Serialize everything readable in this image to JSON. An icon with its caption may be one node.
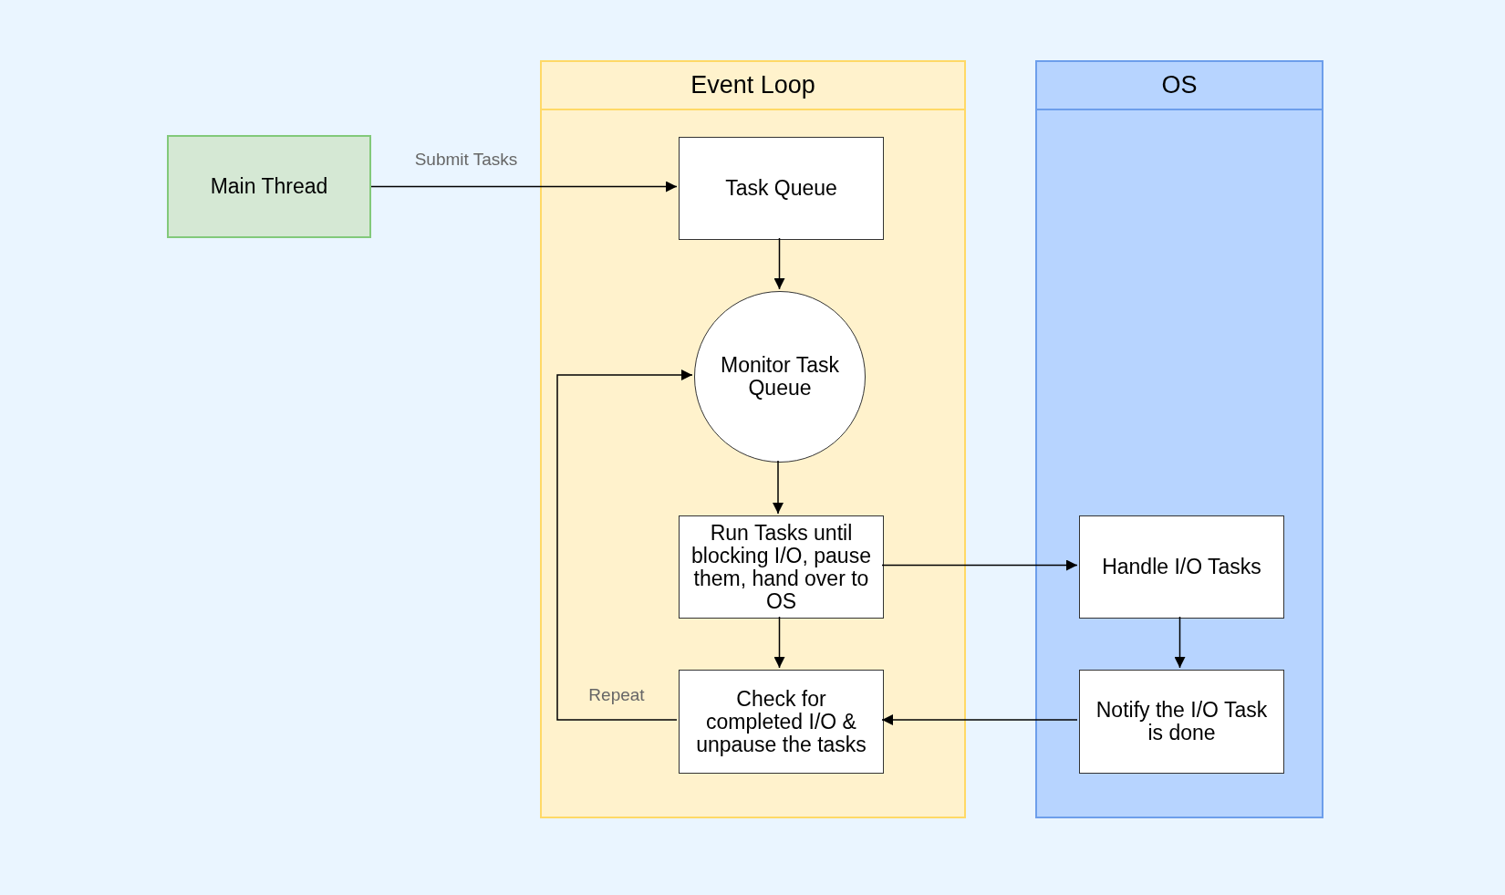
{
  "diagram": {
    "nodes": [
      {
        "text": [
          "Event Loop"
        ]
      },
      {
        "text": [
          "OS"
        ]
      },
      {
        "text": [
          "Main Thread"
        ]
      },
      {
        "text": [
          "Task Queue"
        ],
        "in": 0
      },
      {
        "text": [
          "Monitor Task Queue"
        ],
        "in": 0
      },
      {
        "text": [
          "Run Tasks until blocking I/O, pause them, hand over to OS"
        ],
        "in": 0
      },
      {
        "text": [
          "Check for completed I/O & unpause the tasks"
        ],
        "in": 0
      },
      {
        "text": [
          "Handle I/O Tasks"
        ],
        "in": 1
      },
      {
        "text": [
          "Notify the I/O Task is done"
        ],
        "in": 1
      }
    ],
    "edges": [
      {
        "from": 2,
        "to": 3,
        "arrow": "to",
        "label": "Submit Tasks"
      },
      {
        "from": 3,
        "to": 4,
        "arrow": "to"
      },
      {
        "from": 4,
        "to": 5,
        "arrow": "to"
      },
      {
        "from": 5,
        "to": 6,
        "arrow": "to"
      },
      {
        "from": 5,
        "to": 7,
        "arrow": "to"
      },
      {
        "from": 7,
        "to": 8,
        "arrow": "to"
      },
      {
        "from": 8,
        "to": 6,
        "arrow": "to"
      },
      {
        "from": 6,
        "to": 4,
        "arrow": "to",
        "label": "Repeat"
      }
    ]
  }
}
